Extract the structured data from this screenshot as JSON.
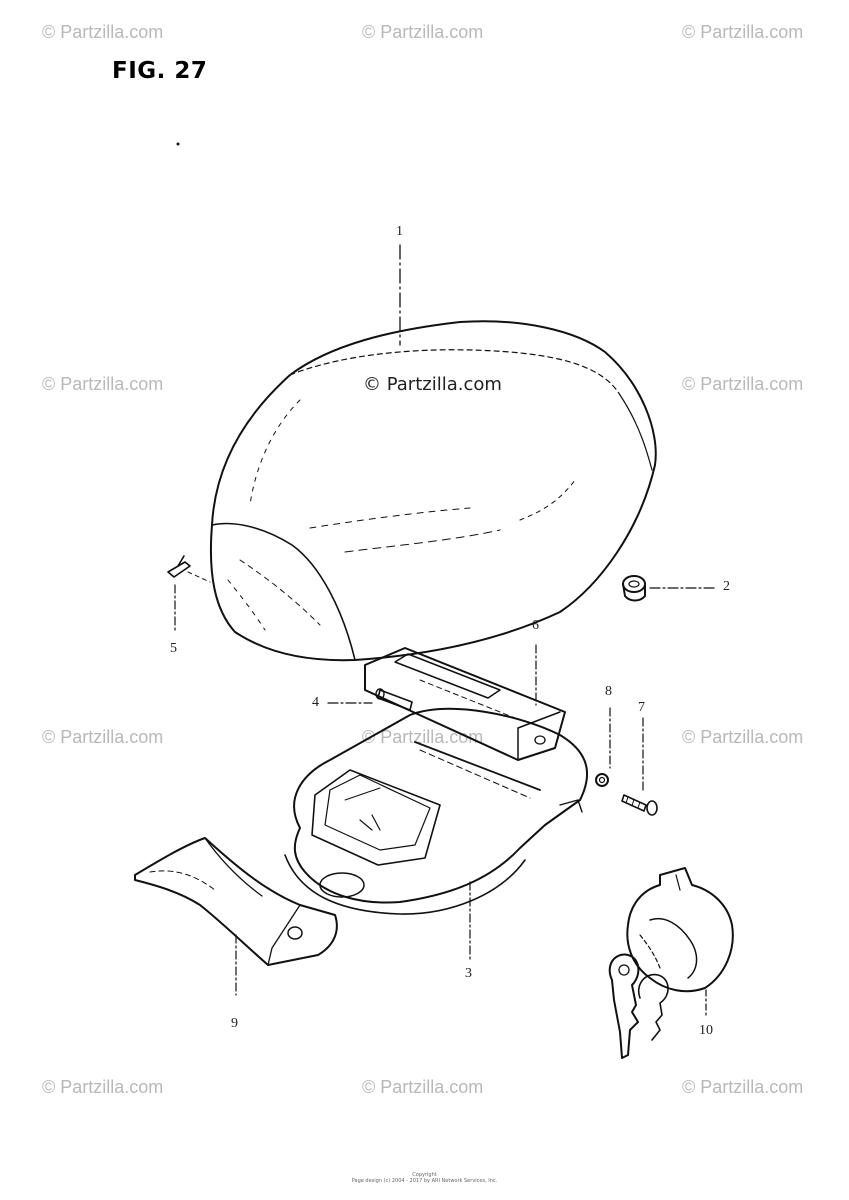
{
  "figure": {
    "title": "FIG. 27"
  },
  "watermarks": {
    "top_left": "© Partzilla.com",
    "top_center": "© Partzilla.com",
    "top_right": "© Partzilla.com",
    "mid_left": "© Partzilla.com",
    "mid_center": "© Partzilla.com",
    "mid_right": "© Partzilla.com",
    "low_left": "© Partzilla.com",
    "low_center": "© Partzilla.com",
    "low_right": "© Partzilla.com",
    "bottom_left": "© Partzilla.com",
    "bottom_center": "© Partzilla.com",
    "bottom_right": "© Partzilla.com"
  },
  "callouts": [
    "1",
    "2",
    "3",
    "4",
    "5",
    "6",
    "7",
    "8",
    "9",
    "10"
  ],
  "footer": {
    "line1": "Copyright",
    "line2": "Page design (c) 2004 - 2017 by ARI Network Services, Inc."
  }
}
